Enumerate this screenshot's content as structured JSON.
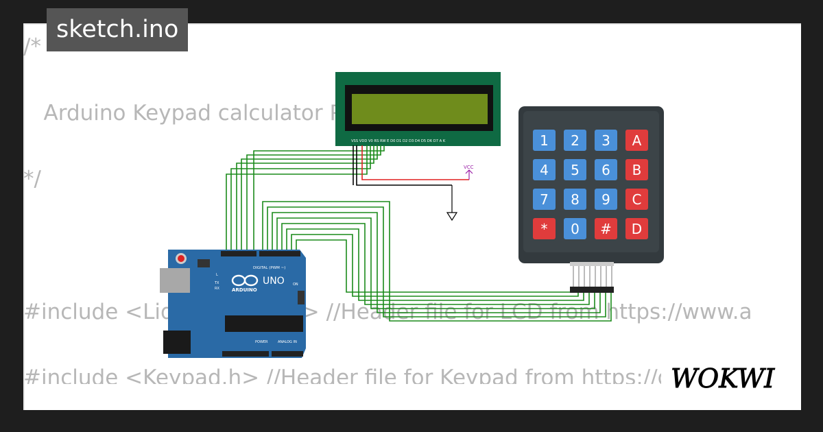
{
  "title": "sketch.ino",
  "code_lines": [
    "/*",
    "   Arduino Keypad calculator Program",
    "*/",
    "#include <LiquidCrystal.h> //Header file for LCD from https://www.arduino.cc",
    "#include <Keypad.h> //Header file for Keypad from https://github.com/"
  ],
  "diagram": {
    "vcc_label": "VCC",
    "lcd_pin_labels": "VSS VDD V0 RS RW E D0 D1 D2 D3 D4 D5 D6 D7 A K",
    "arduino": {
      "model_label": "UNO",
      "brand_label": "ARDUINO",
      "digital_header_label": "DIGITAL (PWM ~)",
      "power_label": "POWER",
      "analog_label": "ANALOG IN",
      "on_label": "ON",
      "led_labels": [
        "L",
        "TX",
        "RX"
      ],
      "board_color": "#2a6aa6"
    },
    "keypad": {
      "keys": [
        [
          "1",
          "2",
          "3",
          "A"
        ],
        [
          "4",
          "5",
          "6",
          "B"
        ],
        [
          "7",
          "8",
          "9",
          "C"
        ],
        [
          "*",
          "0",
          "#",
          "D"
        ]
      ],
      "number_key_color": "#4a90d9",
      "letter_key_color": "#e03c3c"
    },
    "lcd_screen_color": "#6f8c1c",
    "wire_colors": {
      "signal": "#1a8a1a",
      "power": "#e02020",
      "ground": "#000000"
    }
  },
  "logo_text": "WOKWI"
}
